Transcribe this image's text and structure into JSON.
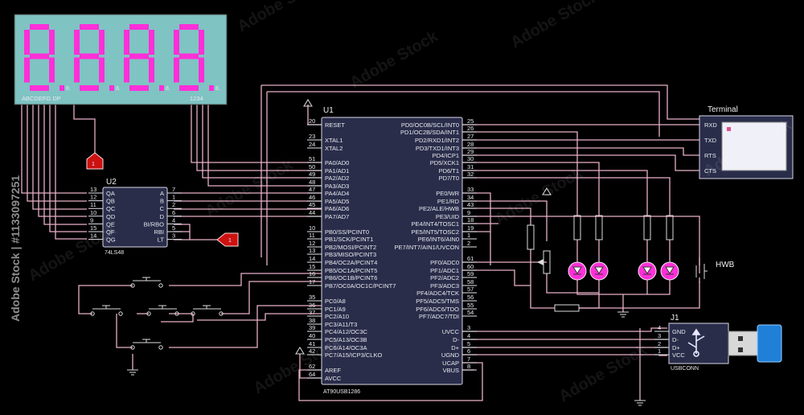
{
  "display": {
    "digits": [
      "8.",
      "8.",
      "8.",
      "8."
    ],
    "left_label": "ABCDEFG  DP",
    "right_label": "1234",
    "color": "#ff2fd8",
    "bg": "#7fc3c3"
  },
  "u2": {
    "ref": "U2",
    "part": "74LS48",
    "left_pins": [
      {
        "num": "13",
        "name": "QA"
      },
      {
        "num": "12",
        "name": "QB"
      },
      {
        "num": "11",
        "name": "QC"
      },
      {
        "num": "10",
        "name": "QD"
      },
      {
        "num": "9",
        "name": "QE"
      },
      {
        "num": "15",
        "name": "QF"
      },
      {
        "num": "14",
        "name": "QG"
      }
    ],
    "right_pins": [
      {
        "num": "7",
        "name": "A"
      },
      {
        "num": "1",
        "name": "B"
      },
      {
        "num": "2",
        "name": "C"
      },
      {
        "num": "6",
        "name": "D"
      },
      {
        "num": "4",
        "name": "BI/RBO"
      },
      {
        "num": "5",
        "name": "RBI"
      },
      {
        "num": "3",
        "name": "LT"
      }
    ]
  },
  "u1": {
    "ref": "U1",
    "part": "AT90USB1286",
    "left_pins": [
      {
        "num": "20",
        "name": "RESET"
      },
      {
        "num": "23",
        "name": "XTAL1"
      },
      {
        "num": "24",
        "name": "XTAL2"
      },
      {
        "num": "51",
        "name": "PA0/AD0"
      },
      {
        "num": "50",
        "name": "PA1/AD1"
      },
      {
        "num": "49",
        "name": "PA2/AD2"
      },
      {
        "num": "48",
        "name": "PA3/AD3"
      },
      {
        "num": "47",
        "name": "PA4/AD4"
      },
      {
        "num": "46",
        "name": "PA5/AD5"
      },
      {
        "num": "45",
        "name": "PA6/AD6"
      },
      {
        "num": "44",
        "name": "PA7/AD7"
      },
      {
        "num": "10",
        "name": "PB0/SS/PCINT0"
      },
      {
        "num": "11",
        "name": "PB1/SCK/PCINT1"
      },
      {
        "num": "12",
        "name": "PB2/MOSI/PCINT2"
      },
      {
        "num": "13",
        "name": "PB3/MISO/PCINT3"
      },
      {
        "num": "14",
        "name": "PB4/OC2A/PCINT4"
      },
      {
        "num": "15",
        "name": "PB5/OC1A/PCINT5"
      },
      {
        "num": "16",
        "name": "PB6/OC1B/PCINT6"
      },
      {
        "num": "17",
        "name": "PB7/OC0A/OC1C/PCINT7"
      },
      {
        "num": "35",
        "name": "PC0/A8"
      },
      {
        "num": "36",
        "name": "PC1/A9"
      },
      {
        "num": "37",
        "name": "PC2/A10"
      },
      {
        "num": "38",
        "name": "PC3/A11/T3"
      },
      {
        "num": "39",
        "name": "PC4/A12/OC3C"
      },
      {
        "num": "40",
        "name": "PC5/A13/OC3B"
      },
      {
        "num": "41",
        "name": "PC6/A14/OC3A"
      },
      {
        "num": "42",
        "name": "PC7/A15/ICP3/CLKO"
      },
      {
        "num": "62",
        "name": "AREF"
      },
      {
        "num": "64",
        "name": "AVCC"
      }
    ],
    "right_pins": [
      {
        "num": "25",
        "name": "PD0/OC0B/SCL/INT0"
      },
      {
        "num": "26",
        "name": "PD1/OC2B/SDA/INT1"
      },
      {
        "num": "27",
        "name": "PD2/RXD1/INT2"
      },
      {
        "num": "28",
        "name": "PD3/TXD1/INT3"
      },
      {
        "num": "29",
        "name": "PD4/ICP1"
      },
      {
        "num": "30",
        "name": "PD5/XCK1"
      },
      {
        "num": "31",
        "name": "PD6/T1"
      },
      {
        "num": "32",
        "name": "PD7/T0"
      },
      {
        "num": "33",
        "name": "PE0/WR"
      },
      {
        "num": "34",
        "name": "PE1/RD"
      },
      {
        "num": "43",
        "name": "PE2/ALE/HWB"
      },
      {
        "num": "9",
        "name": "PE3/UID"
      },
      {
        "num": "18",
        "name": "PE4/INT4/TOSC1"
      },
      {
        "num": "19",
        "name": "PE5/INT5/TOSC2"
      },
      {
        "num": "1",
        "name": "PE6/INT6/AIN0"
      },
      {
        "num": "2",
        "name": "PE7/INT7/AIN1/UVCON"
      },
      {
        "num": "61",
        "name": "PF0/ADC0"
      },
      {
        "num": "60",
        "name": "PF1/ADC1"
      },
      {
        "num": "59",
        "name": "PF2/ADC2"
      },
      {
        "num": "58",
        "name": "PF3/ADC3"
      },
      {
        "num": "57",
        "name": "PF4/ADC4/TCK"
      },
      {
        "num": "56",
        "name": "PF5/ADC5/TMS"
      },
      {
        "num": "55",
        "name": "PF6/ADC6/TDO"
      },
      {
        "num": "54",
        "name": "PF7/ADC7/TDI"
      },
      {
        "num": "3",
        "name": "UVCC"
      },
      {
        "num": "4",
        "name": "D-"
      },
      {
        "num": "5",
        "name": "D+"
      },
      {
        "num": "6",
        "name": "UGND"
      },
      {
        "num": "7",
        "name": "UCAP"
      },
      {
        "num": "8",
        "name": "VBUS"
      }
    ]
  },
  "terminal": {
    "title": "Terminal",
    "pins": [
      "RXD",
      "TXD",
      "RTS",
      "CTS"
    ]
  },
  "hwb": {
    "label": "HWB"
  },
  "j1": {
    "ref": "J1",
    "part": "USBCONN",
    "pins": [
      {
        "num": "4",
        "name": "GND"
      },
      {
        "num": "3",
        "name": "D-"
      },
      {
        "num": "2",
        "name": "D+"
      },
      {
        "num": "1",
        "name": "VCC"
      }
    ]
  },
  "probes": [
    "1",
    "1"
  ],
  "watermark": {
    "side_text": "Adobe Stock | #1133097251",
    "repeat": "Adobe Stock"
  }
}
